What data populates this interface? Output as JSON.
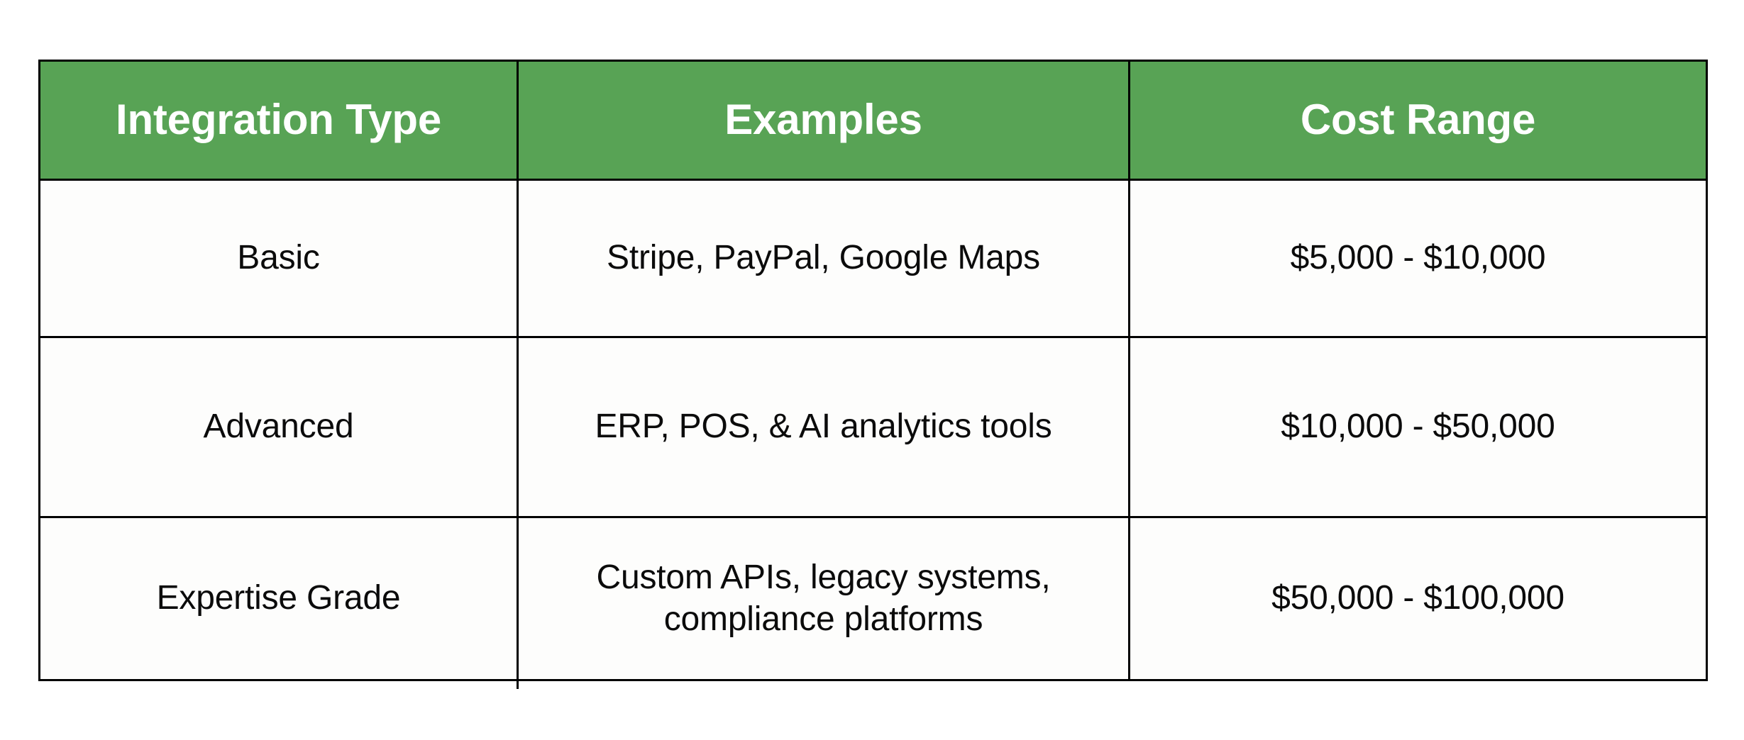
{
  "table": {
    "columns": [
      {
        "key": "integration_type",
        "header": "Integration Type"
      },
      {
        "key": "examples",
        "header": "Examples"
      },
      {
        "key": "cost_range",
        "header": "Cost Range"
      }
    ],
    "rows": [
      {
        "integration_type": "Basic",
        "examples": "Stripe, PayPal, Google Maps",
        "cost_range": "$5,000 - $10,000"
      },
      {
        "integration_type": "Advanced",
        "examples": "ERP, POS, & AI analytics tools",
        "cost_range": "$10,000 - $50,000"
      },
      {
        "integration_type": "Expertise Grade",
        "examples": "Custom APIs, legacy systems, compliance platforms",
        "cost_range": "$50,000 - $100,000"
      }
    ]
  },
  "colors": {
    "header_background": "#58a355",
    "header_text": "#ffffff",
    "body_text": "#0b0b0b",
    "border": "#000000",
    "page_background": "#ffffff",
    "cell_background": "#fdfdfc"
  }
}
